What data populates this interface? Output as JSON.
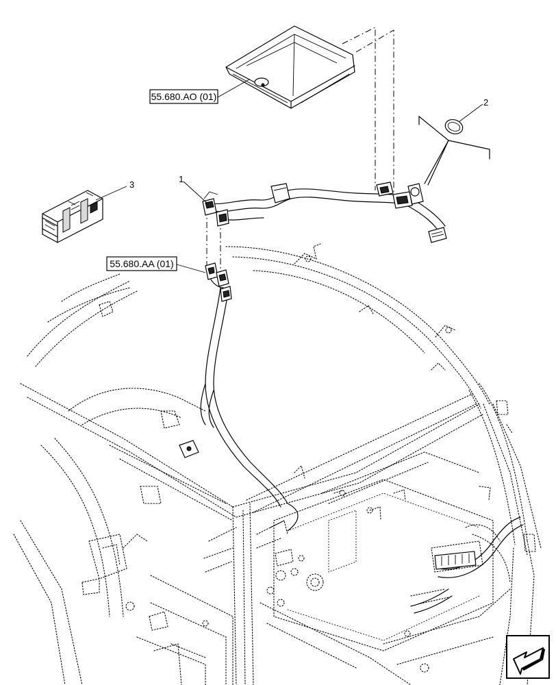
{
  "references": {
    "upper": "55.680.AO (01)",
    "lower": "55.680.AA (01)"
  },
  "callouts": {
    "harness": "1",
    "grommet": "2",
    "kit_box": "3"
  },
  "icons": {
    "nav_arrow": "arrow-down-left-icon"
  }
}
